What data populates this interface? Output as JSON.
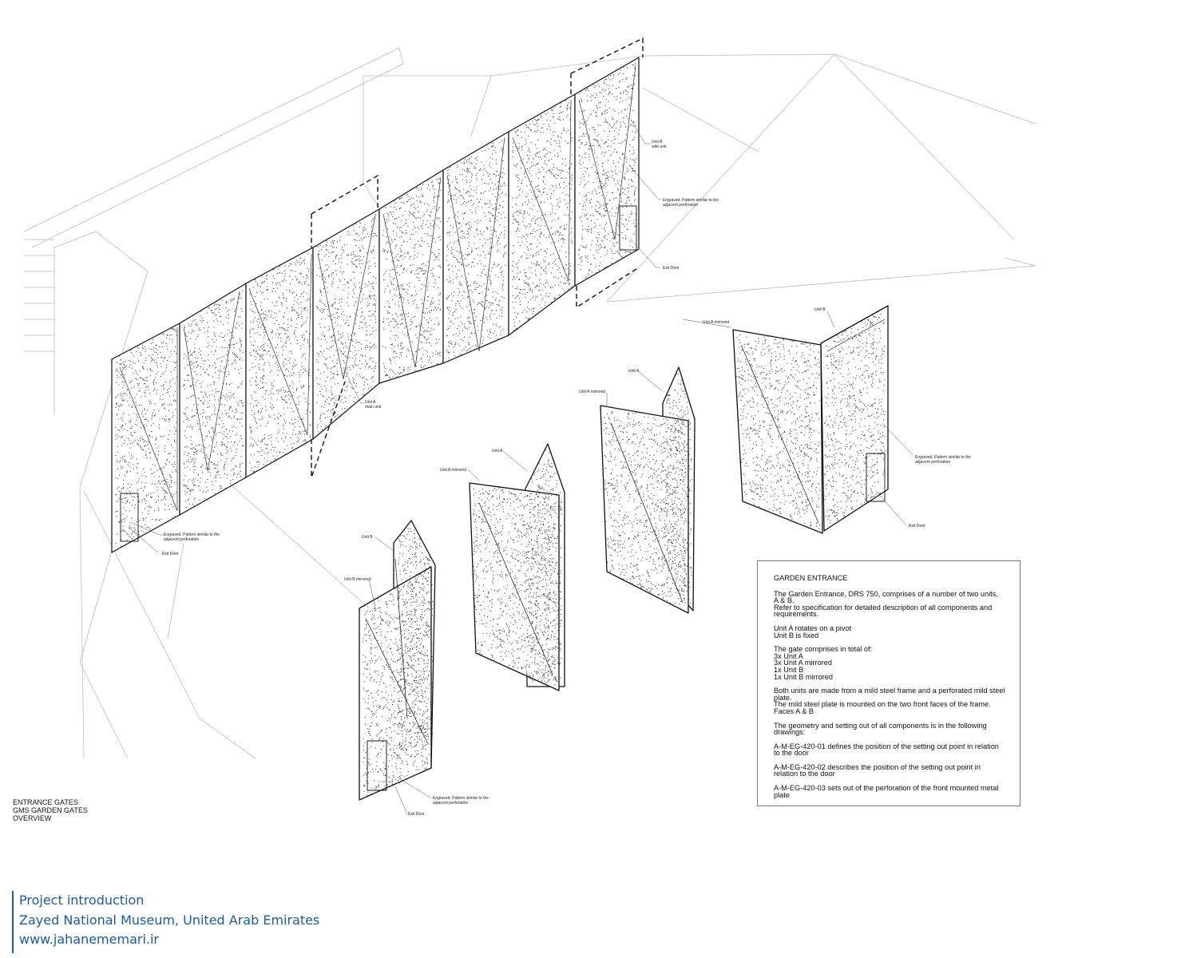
{
  "drawing": {
    "labels": {
      "unit_b_side": "Unit B\nside unit",
      "engraved": "Engraved. Pattern similar to the\nadjacent perforation",
      "exit_door": "Exit Door",
      "unit_a_main": "Unit A\nmain unit",
      "unit_a": "Unit A",
      "unit_a_mirrored": "Unit A mirrored",
      "unit_b": "Unit B",
      "unit_b_mirrored": "Unit B mirrored"
    },
    "title_block": [
      "ENTRANCE GATES",
      "GMS GARDEN GATES",
      "OVERVIEW"
    ]
  },
  "notes": {
    "heading": "GARDEN ENTRANCE",
    "paragraphs": [
      "The Garden Entrance, DRS 750, comprises of a number of two units,\nA & B.\nRefer to specification for detailed description of all components and\nrequirements.",
      "Unit A rotates on a pivot\nUnit B is fixed",
      "The gate comprises in total of:\n3x Unit A\n3x Unit A mirrored\n1x Unit B\n1x Unit B mirrored",
      "Both units are made from a mild steel frame and a perforated mild steel\nplate.\nThe mild steel plate is mounted on the two front faces of the frame.\nFaces A & B",
      "The geometry and setting out of all components is in the following\ndrawings:",
      "A-M-EG-420-01 defines the position of the setting out point in relation\nto the door",
      "A-M-EG-420-02 describes the position of the setting out point in\nrelation to the door",
      "A-M-EG-420-03 sets out of the perforation of the front mounted metal\nplate"
    ]
  },
  "footer": {
    "line1": "Project introduction",
    "line2": "Zayed National Museum, United Arab Emirates",
    "line3": "www.jahanememari.ir"
  },
  "colors": {
    "footer_text": "#1e5b9c",
    "line": "#111111",
    "context_line": "#bbbbbb"
  }
}
